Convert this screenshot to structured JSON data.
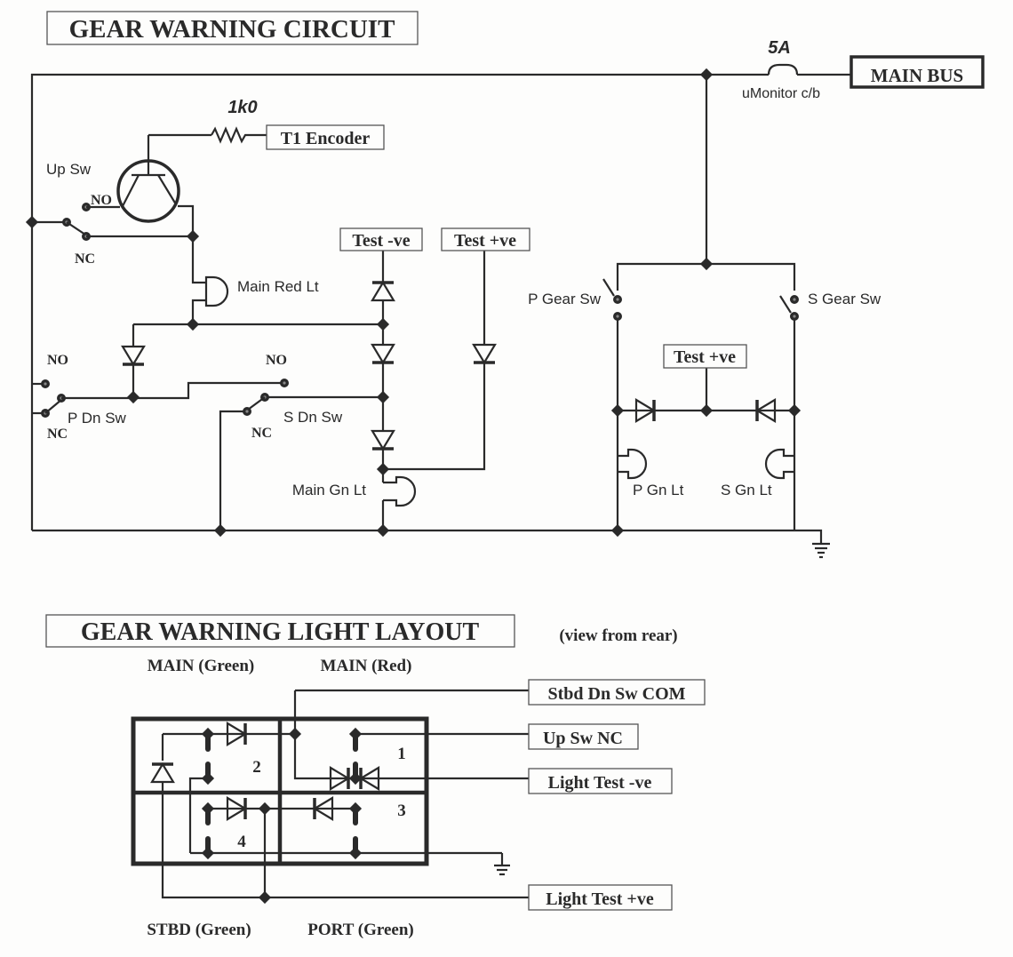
{
  "titles": {
    "circuit": "GEAR WARNING CIRCUIT",
    "layout": "GEAR WARNING LIGHT LAYOUT",
    "layout_note": "(view from rear)"
  },
  "circuit": {
    "resistor_value": "1k0",
    "encoder_label": "T1 Encoder",
    "breaker_rating": "5A",
    "breaker_label": "uMonitor c/b",
    "bus_label": "MAIN BUS",
    "up_switch": "Up Sw",
    "no": "NO",
    "nc": "NC",
    "main_red": "Main Red Lt",
    "test_neg": "Test -ve",
    "test_pos": "Test +ve",
    "p_dn_sw": "P Dn  Sw",
    "s_dn_sw": "S Dn Sw",
    "main_green": "Main Gn Lt",
    "p_gear_sw": "P Gear Sw",
    "s_gear_sw": "S Gear Sw",
    "p_gn_lt": "P Gn Lt",
    "s_gn_lt": "S Gn Lt"
  },
  "layout": {
    "main_green": "MAIN (Green)",
    "main_red": "MAIN (Red)",
    "stbd_green": "STBD (Green)",
    "port_green": "PORT (Green)",
    "cells": [
      "1",
      "2",
      "3",
      "4"
    ],
    "connectors": [
      "Stbd Dn Sw COM",
      "Up Sw NC",
      "Light Test -ve",
      "Light Test +ve"
    ]
  }
}
